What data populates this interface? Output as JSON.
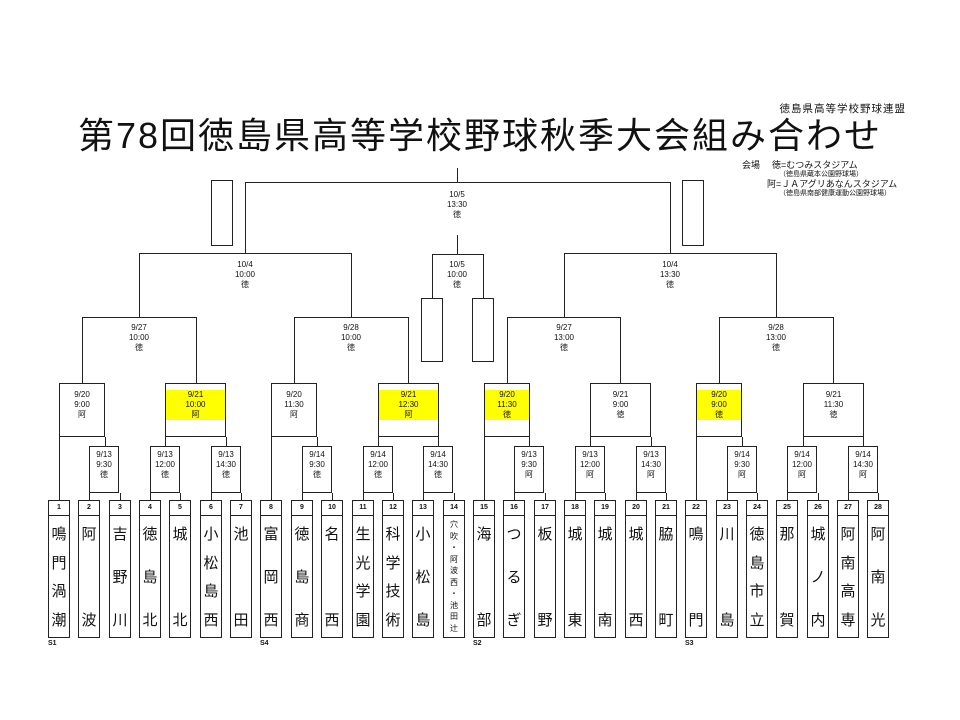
{
  "header": {
    "organization": "徳島県高等学校野球連盟",
    "title": "第78回徳島県高等学校野球秋季大会組み合わせ",
    "venue": {
      "label": "会場",
      "entries": [
        {
          "name": "徳=むつみスタジアム",
          "note": "（徳島県蔵本公園野球場）"
        },
        {
          "name": "阿=ＪＡアグリあなんスタジアム",
          "note": "（徳島県南部健康運動公園野球場）"
        }
      ]
    }
  },
  "colors": {
    "highlight": "#ffff00",
    "line": "#222222"
  },
  "teams": [
    {
      "no": 1,
      "name": "鳴門渦潮",
      "seed": "S1"
    },
    {
      "no": 2,
      "name": "阿波"
    },
    {
      "no": 3,
      "name": "吉野川"
    },
    {
      "no": 4,
      "name": "徳島北"
    },
    {
      "no": 5,
      "name": "城北"
    },
    {
      "no": 6,
      "name": "小松島西"
    },
    {
      "no": 7,
      "name": "池田"
    },
    {
      "no": 8,
      "name": "富岡西",
      "seed": "S4"
    },
    {
      "no": 9,
      "name": "徳島商"
    },
    {
      "no": 10,
      "name": "名西"
    },
    {
      "no": 11,
      "name": "生光学園"
    },
    {
      "no": 12,
      "name": "科学技術"
    },
    {
      "no": 13,
      "name": "小松島"
    },
    {
      "no": 14,
      "name": "穴吹・阿波西・池田辻"
    },
    {
      "no": 15,
      "name": "海部",
      "seed": "S2"
    },
    {
      "no": 16,
      "name": "つるぎ"
    },
    {
      "no": 17,
      "name": "板野"
    },
    {
      "no": 18,
      "name": "城東"
    },
    {
      "no": 19,
      "name": "城南"
    },
    {
      "no": 20,
      "name": "城西"
    },
    {
      "no": 21,
      "name": "脇町"
    },
    {
      "no": 22,
      "name": "鳴門",
      "seed": "S3"
    },
    {
      "no": 23,
      "name": "川島"
    },
    {
      "no": 24,
      "name": "徳島市立"
    },
    {
      "no": 25,
      "name": "那賀"
    },
    {
      "no": 26,
      "name": "城ノ内"
    },
    {
      "no": 27,
      "name": "阿南高専"
    },
    {
      "no": 28,
      "name": "阿南光"
    }
  ],
  "bracket": {
    "byes": [
      1,
      8,
      15,
      22
    ],
    "first_round": [
      {
        "teams": [
          2,
          3
        ],
        "date": "9/13",
        "time": "9:30",
        "venue": "徳"
      },
      {
        "teams": [
          4,
          5
        ],
        "date": "9/13",
        "time": "12:00",
        "venue": "徳"
      },
      {
        "teams": [
          6,
          7
        ],
        "date": "9/13",
        "time": "14:30",
        "venue": "徳"
      },
      {
        "teams": [
          9,
          10
        ],
        "date": "9/14",
        "time": "9:30",
        "venue": "徳"
      },
      {
        "teams": [
          11,
          12
        ],
        "date": "9/14",
        "time": "12:00",
        "venue": "徳"
      },
      {
        "teams": [
          13,
          14
        ],
        "date": "9/14",
        "time": "14:30",
        "venue": "徳"
      },
      {
        "teams": [
          16,
          17
        ],
        "date": "9/13",
        "time": "9:30",
        "venue": "阿"
      },
      {
        "teams": [
          18,
          19
        ],
        "date": "9/13",
        "time": "12:00",
        "venue": "阿"
      },
      {
        "teams": [
          20,
          21
        ],
        "date": "9/13",
        "time": "14:30",
        "venue": "阿"
      },
      {
        "teams": [
          23,
          24
        ],
        "date": "9/14",
        "time": "9:30",
        "venue": "阿"
      },
      {
        "teams": [
          25,
          26
        ],
        "date": "9/14",
        "time": "12:00",
        "venue": "阿"
      },
      {
        "teams": [
          27,
          28
        ],
        "date": "9/14",
        "time": "14:30",
        "venue": "阿"
      }
    ],
    "second_round": [
      {
        "date": "9/20",
        "time": "9:00",
        "venue": "阿",
        "highlight": false
      },
      {
        "date": "9/21",
        "time": "10:00",
        "venue": "阿",
        "highlight": true
      },
      {
        "date": "9/20",
        "time": "11:30",
        "venue": "阿",
        "highlight": false
      },
      {
        "date": "9/21",
        "time": "12:30",
        "venue": "阿",
        "highlight": true
      },
      {
        "date": "9/20",
        "time": "11:30",
        "venue": "徳",
        "highlight": true
      },
      {
        "date": "9/21",
        "time": "9:00",
        "venue": "徳",
        "highlight": false
      },
      {
        "date": "9/20",
        "time": "9:00",
        "venue": "徳",
        "highlight": true
      },
      {
        "date": "9/21",
        "time": "11:30",
        "venue": "徳",
        "highlight": false
      }
    ],
    "quarterfinals": [
      {
        "date": "9/27",
        "time": "10:00",
        "venue": "徳"
      },
      {
        "date": "9/28",
        "time": "10:00",
        "venue": "徳"
      },
      {
        "date": "9/27",
        "time": "13:00",
        "venue": "徳"
      },
      {
        "date": "9/28",
        "time": "13:00",
        "venue": "徳"
      }
    ],
    "semifinals": [
      {
        "date": "10/4",
        "time": "10:00",
        "venue": "徳"
      },
      {
        "date": "10/4",
        "time": "13:30",
        "venue": "徳"
      }
    ],
    "final": {
      "date": "10/5",
      "time": "13:30",
      "venue": "徳"
    },
    "third_place": {
      "date": "10/5",
      "time": "10:00",
      "venue": "徳"
    }
  }
}
